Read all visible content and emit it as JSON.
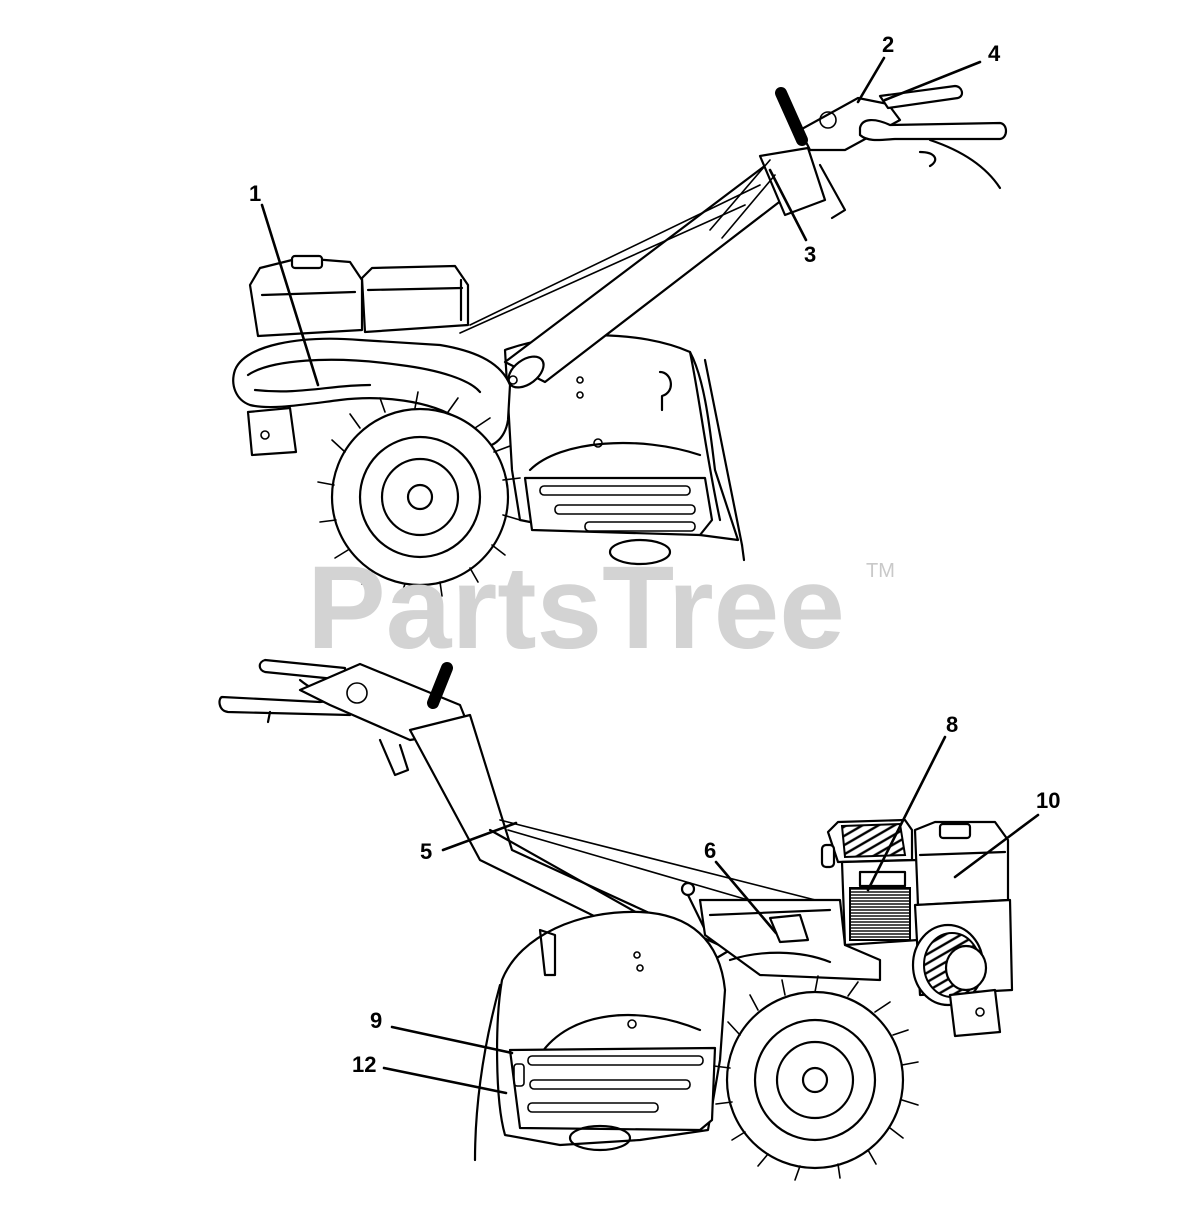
{
  "watermark": {
    "text": "PartsTree",
    "trademark": "TM"
  },
  "callouts": [
    {
      "id": "1",
      "label": "1"
    },
    {
      "id": "2",
      "label": "2"
    },
    {
      "id": "3",
      "label": "3"
    },
    {
      "id": "4",
      "label": "4"
    },
    {
      "id": "5",
      "label": "5"
    },
    {
      "id": "6",
      "label": "6"
    },
    {
      "id": "8",
      "label": "8"
    },
    {
      "id": "9",
      "label": "9"
    },
    {
      "id": "10",
      "label": "10"
    },
    {
      "id": "12",
      "label": "12"
    }
  ],
  "colors": {
    "line": "#000000",
    "watermark": "#d3d3d3",
    "background": "#ffffff"
  }
}
